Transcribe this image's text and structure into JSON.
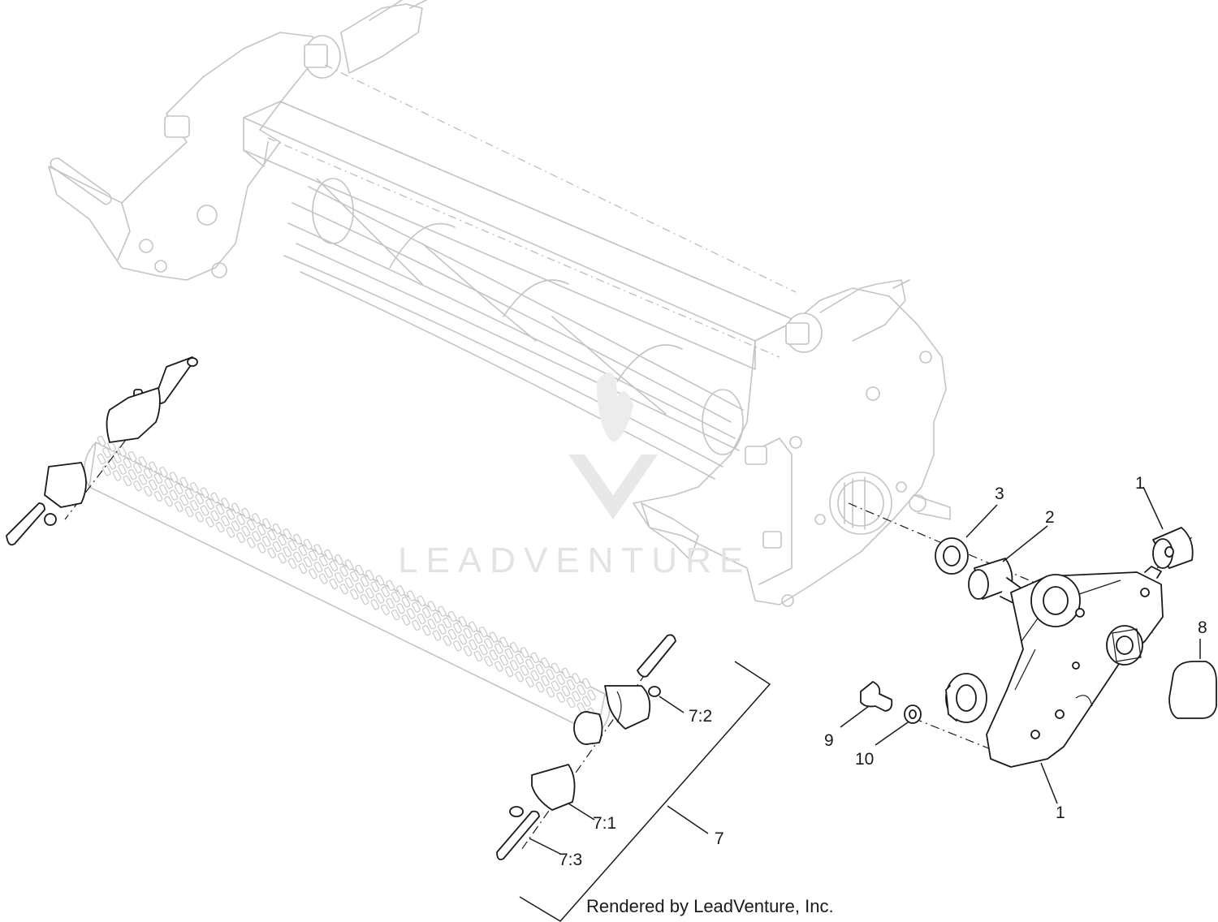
{
  "watermark": {
    "text": "LEADVENTURE"
  },
  "credit": "Rendered by LeadVenture, Inc.",
  "callouts": [
    {
      "id": "label-1-top",
      "text": "1"
    },
    {
      "id": "label-2",
      "text": "2"
    },
    {
      "id": "label-3",
      "text": "3"
    },
    {
      "id": "label-8",
      "text": "8"
    },
    {
      "id": "label-9",
      "text": "9"
    },
    {
      "id": "label-10",
      "text": "10"
    },
    {
      "id": "label-1-bottom",
      "text": "1"
    },
    {
      "id": "label-7-2",
      "text": "7:2"
    },
    {
      "id": "label-7-1",
      "text": "7:1"
    },
    {
      "id": "label-7-3",
      "text": "7:3"
    },
    {
      "id": "label-7",
      "text": "7"
    }
  ],
  "colors": {
    "ink": "#1a1a1a",
    "ghost": "#c4c4c4",
    "watermark": "#e3e3e3"
  }
}
